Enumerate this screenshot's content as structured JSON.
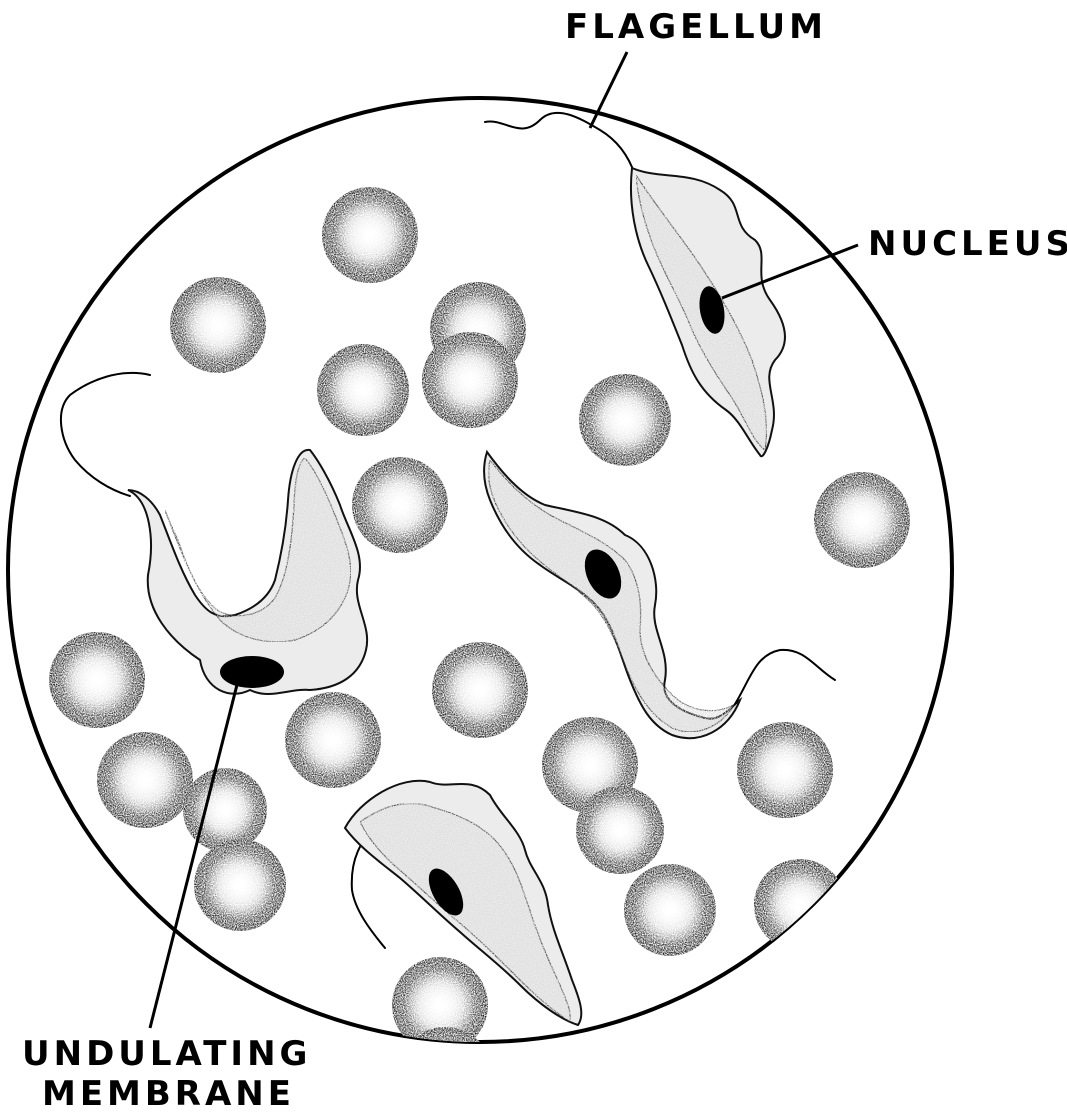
{
  "labels": {
    "flagellum": "FLAGELLUM",
    "nucleus": "NUCLEUS",
    "undulating_line1": "UNDULATING",
    "undulating_line2": "MEMBRANE"
  },
  "colors": {
    "ink": "#000000",
    "background": "#ffffff",
    "cell_fill": "#dcdcdc"
  }
}
